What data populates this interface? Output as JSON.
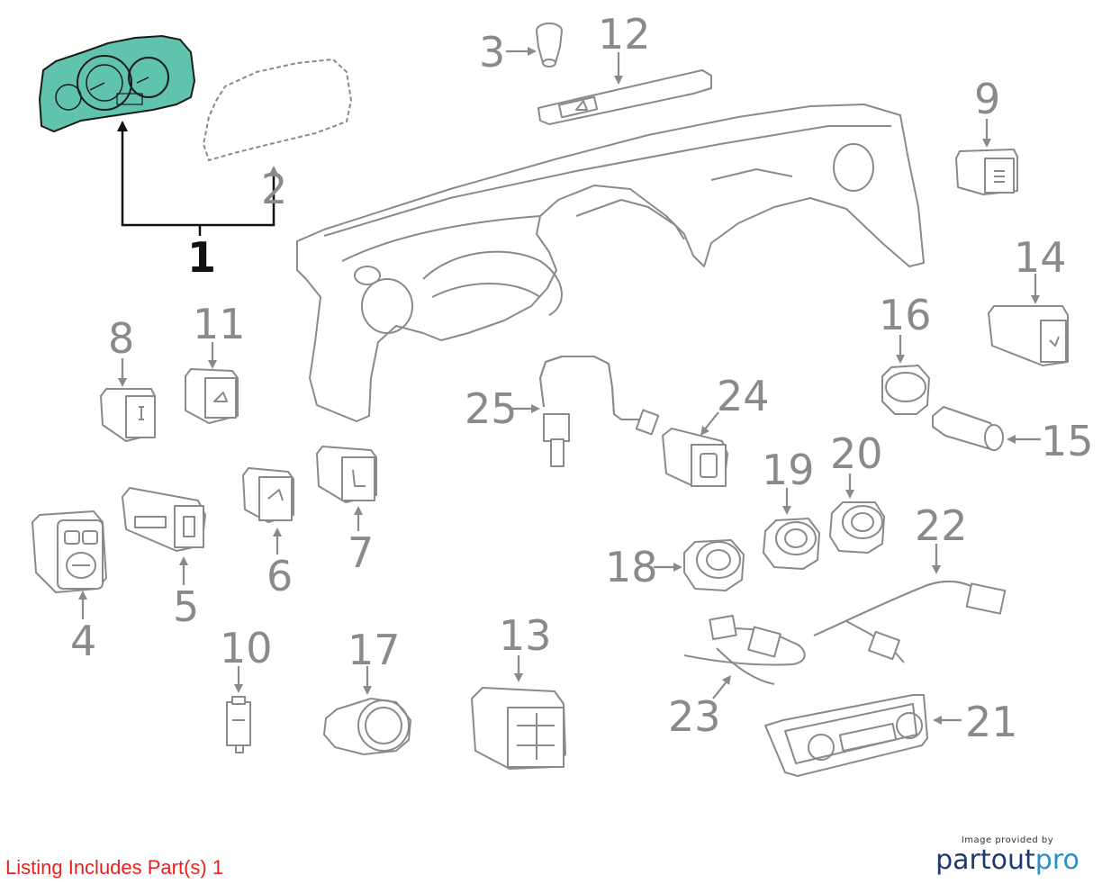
{
  "callouts": {
    "c1": "1",
    "c2": "2",
    "c3": "3",
    "c4": "4",
    "c5": "5",
    "c6": "6",
    "c7": "7",
    "c8": "8",
    "c9": "9",
    "c10": "10",
    "c11": "11",
    "c12": "12",
    "c13": "13",
    "c14": "14",
    "c15": "15",
    "c16": "16",
    "c17": "17",
    "c18": "18",
    "c19": "19",
    "c20": "20",
    "c21": "21",
    "c22": "22",
    "c23": "23",
    "c24": "24",
    "c25": "25"
  },
  "highlight": {
    "part": "1",
    "color": "#5fc3ad"
  },
  "footer": {
    "note": "Listing Includes Part(s) 1",
    "note_color": "#e8221e",
    "credit_small": "Image provided by",
    "credit_logo_a": "partout",
    "credit_logo_b": "pro"
  }
}
